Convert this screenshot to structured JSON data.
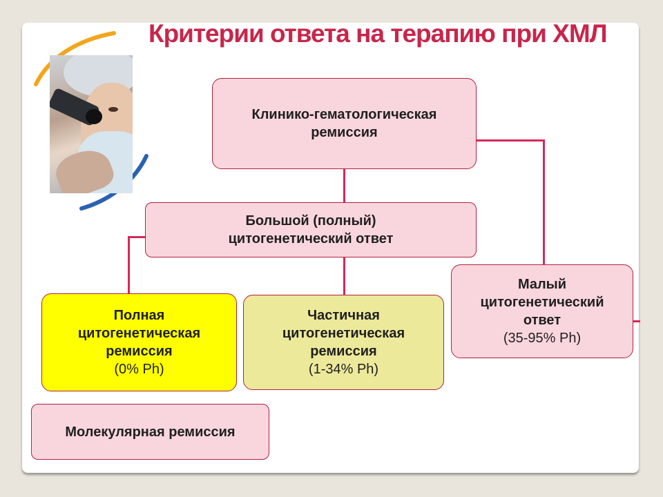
{
  "title": "Критерии ответа на терапию при ХМЛ",
  "colors": {
    "title": "#c8264b",
    "connector": "#d6285a",
    "box_border": "#b0203f",
    "box_pink": "#f9d6dd",
    "box_yellow": "#ffff00",
    "box_khaki": "#ede99a"
  },
  "boxes": {
    "clinical": {
      "line1": "Клинико-гематологическая",
      "line2": "ремиссия"
    },
    "major": {
      "line1": "Большой (полный)",
      "line2": "цитогенетический ответ"
    },
    "complete": {
      "line1": "Полная",
      "line2": "цитогенетическая",
      "line3": "ремиссия",
      "value": "(0% Ph)"
    },
    "partial": {
      "line1": "Частичная",
      "line2": "цитогенетическая",
      "line3": "ремиссия",
      "value": "(1-34% Ph)"
    },
    "minor": {
      "line1": "Малый",
      "line2": "цитогенетический",
      "line3": "ответ",
      "value": "(35-95% Ph)"
    },
    "molecular": {
      "line1": "Молекулярная ремиссия"
    }
  }
}
